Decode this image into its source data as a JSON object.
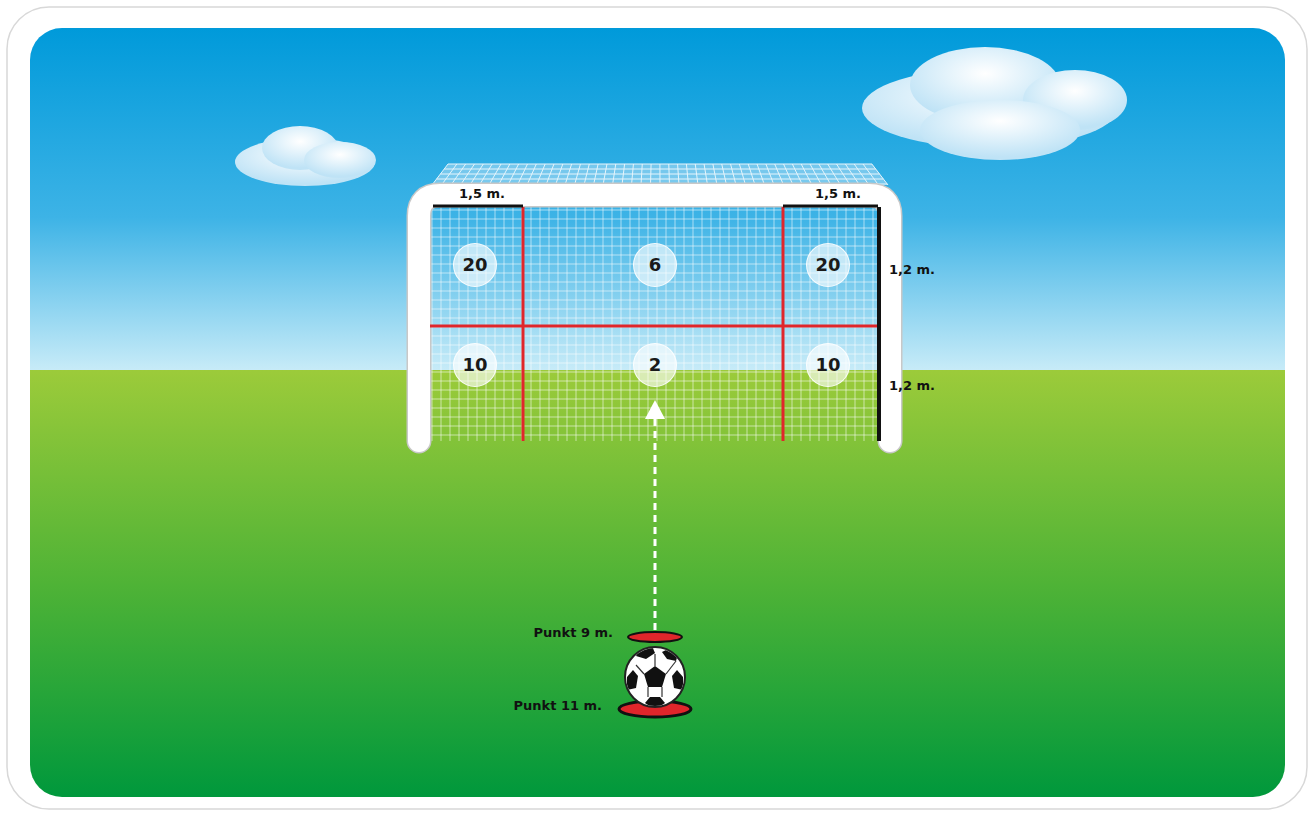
{
  "diagram": {
    "nodes": [
      {
        "text": [
          "20"
        ]
      },
      {
        "text": [
          "6"
        ]
      },
      {
        "text": [
          "20"
        ]
      },
      {
        "text": [
          "10"
        ]
      },
      {
        "text": [
          "2"
        ]
      },
      {
        "text": [
          "10"
        ]
      }
    ],
    "labels": [
      "1,5 m.",
      "1,5 m.",
      "1,2 m.",
      "1,2 m.",
      "Punkt 9 m.",
      "Punkt 11 m."
    ]
  }
}
